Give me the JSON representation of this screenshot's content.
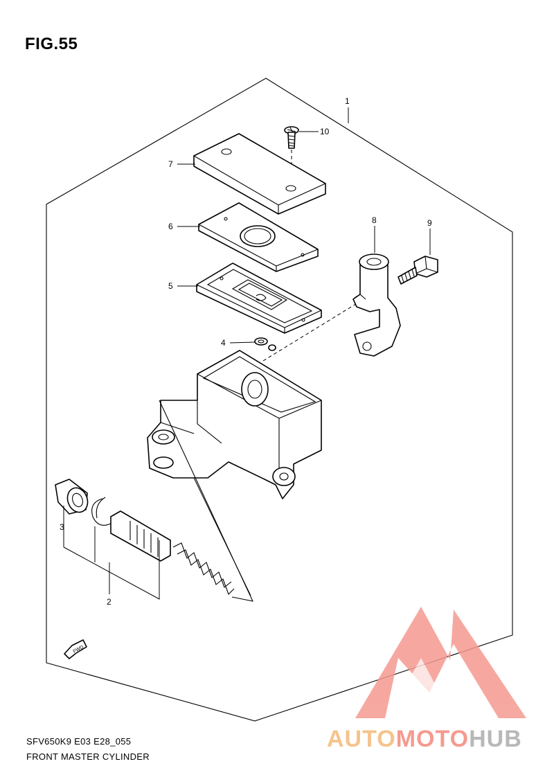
{
  "figure": {
    "title": "FIG.55"
  },
  "footer": {
    "model_code": "SFV650K9 E03 E28_055",
    "part_group": "FRONT MASTER CYLINDER"
  },
  "callouts": [
    "1",
    "2",
    "3",
    "4",
    "5",
    "6",
    "7",
    "8",
    "9",
    "10"
  ],
  "fwd_label": "FWD",
  "watermark": {
    "part1": "AUTO",
    "part2": "MOTO",
    "part3": "HUB"
  },
  "colors": {
    "line": "#000000",
    "logo_red": "#f59a90",
    "logo_orange": "#f5c48c",
    "logo_gray": "#b8b8b8"
  }
}
